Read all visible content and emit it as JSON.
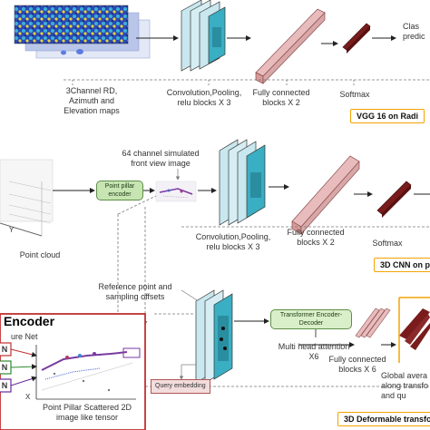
{
  "colors": {
    "block_blue": "#c9e7ee",
    "block_teal": "#3aaec2",
    "fc_pink": "#e8bcbc",
    "fc_red": "#7a1c1c",
    "green_box": "#c7e4b3",
    "label_orange": "#f4a300",
    "red_border": "#c03030"
  },
  "top_pipeline": {
    "input_label": "3Channel RD,\nAzimuth and\nElevation maps",
    "conv_label": "Convolution,Pooling,\nrelu blocks X 3",
    "fc_label": "Fully connected\nblocks X 2",
    "softmax_label": "Softmax",
    "output_label": "Clas\npredic",
    "tag": "VGG 16 on Radi"
  },
  "middle_pipeline": {
    "sim_label": "64 channel simulated\nfront view image",
    "encoder_box": "Point pillar\nencoder",
    "pointcloud_label": "Point cloud",
    "axis_y": "Y",
    "conv_label": "Convolution,Pooling,\nrelu blocks X 3",
    "fc_label": "Fully connected\nblocks X 2",
    "softmax_label": "Softmax",
    "tag": "3D CNN on p"
  },
  "bottom_pipeline": {
    "ref_label": "Reference point and\nsampling offsets",
    "transformer_box": "Transformer Encoder-\nDecoder",
    "mha_label": "Multi head attention\nX6",
    "fc_label": "Fully connected\nblocks X 6",
    "global_label": "Global avera\nalong transfo\nand qu",
    "query_box": "Query embedding",
    "tag": "3D Deformable transfo"
  },
  "encoder_panel": {
    "title": "Encoder",
    "feature_net": "ure Net",
    "scatter_label": "Point Pillar Scattered 2D\nimage like tensor",
    "axis_x": "X",
    "n_labels": [
      "N",
      "N",
      "N"
    ]
  }
}
